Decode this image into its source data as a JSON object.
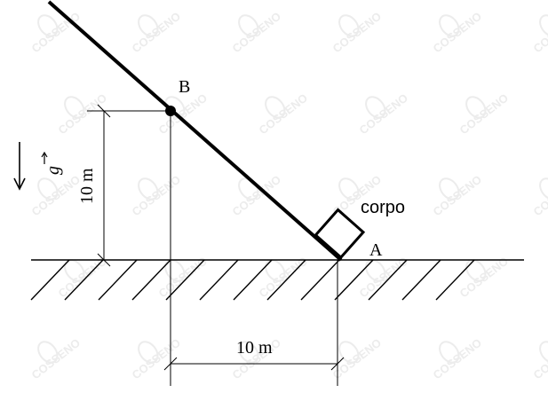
{
  "labels": {
    "point_b": "B",
    "point_a": "A",
    "body": "corpo",
    "height": "10 m",
    "horizontal_distance": "10 m",
    "gravity_symbol": "g"
  },
  "watermark": {
    "text": "COSSENO",
    "color": "#ececec"
  },
  "colors": {
    "ink": "#000000",
    "background": "#ffffff"
  }
}
